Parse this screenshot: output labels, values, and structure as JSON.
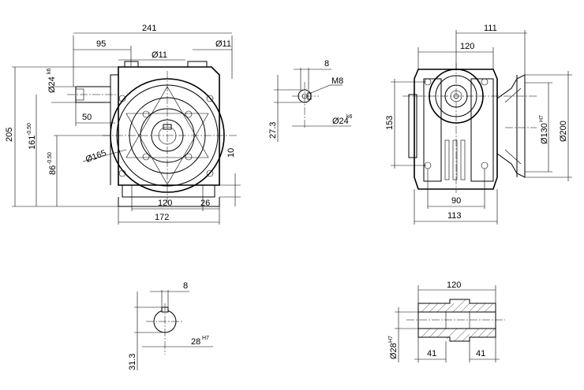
{
  "front_view": {
    "dim_overall_width": "241",
    "dim_input_offset": "95",
    "dim_bore_top_1": "Ø11",
    "dim_bore_top_2": "Ø11",
    "dim_shaft_dia": "Ø24",
    "dim_shaft_tol": "k6",
    "dim_height": "205",
    "dim_161": "161",
    "dim_161_tol": "-0.50",
    "dim_86": "86",
    "dim_86_tol": "-0.50",
    "dim_shaft_len": "50",
    "dim_flange_dia": "Ø165",
    "dim_base_thk": "10",
    "dim_hole_span": "120",
    "dim_base_edge": "26",
    "dim_base_width": "172"
  },
  "shaft_end_view": {
    "dim_key": "8",
    "dim_thread": "M8",
    "dim_height": "27.3",
    "dim_dia": "Ø24",
    "dim_dia_tol": "k6"
  },
  "side_view": {
    "dim_111": "111",
    "dim_120": "120",
    "dim_153": "153",
    "dim_130": "Ø130",
    "dim_130_tol": "H7",
    "dim_200": "Ø200",
    "dim_90": "90",
    "dim_113": "113"
  },
  "bore_view": {
    "dim_key": "8",
    "dim_height": "31.3",
    "dim_bore": "28",
    "dim_bore_tol": "H7"
  },
  "hollow_shaft_view": {
    "dim_length": "120",
    "dim_dia": "Ø28",
    "dim_dia_tol": "H7",
    "dim_left": "41",
    "dim_right": "41"
  }
}
